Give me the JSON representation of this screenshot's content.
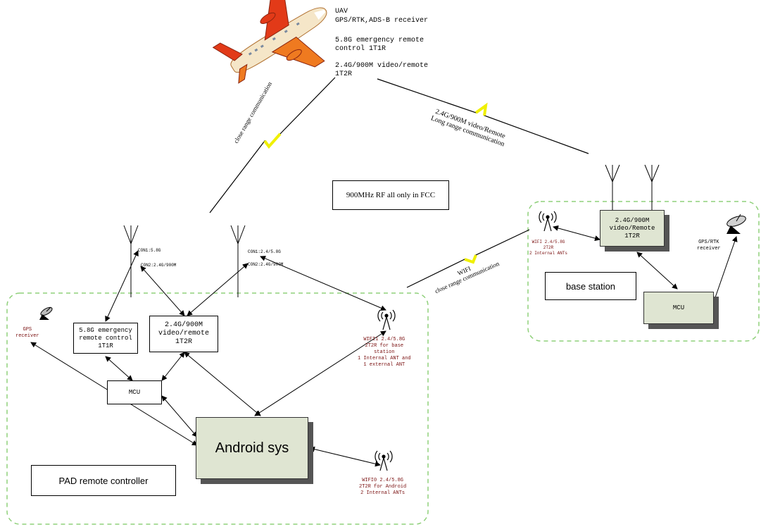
{
  "uav": {
    "title": "UAV",
    "line1": "GPS/RTK,ADS-B receiver",
    "line2": "5.8G emergency remote\ncontrol 1T1R",
    "line3": "2.4G/900M video/remote\n1T2R"
  },
  "links": {
    "close_range": "close range communication",
    "long_range": "2.4G/900M video/Remote\nLong range communication",
    "wifi_close": "WIFI\nclose range communication"
  },
  "note": "900MHz RF all only in FCC",
  "pad": {
    "label": "PAD remote controller",
    "con_left_1": "CON1:5.8G",
    "con_left_2": "CON2:2.4G/900M",
    "con_right_1": "CON1:2.4/5.8G",
    "con_right_2": "CON2:2.4G/900M",
    "emergency_box": "5.8G emergency\nremote control\n1T1R",
    "video_box": "2.4G/900M\nvideo/remote 1T2R",
    "mcu": "MCU",
    "android": "Android sys",
    "gps": "GPS\nreceiver",
    "wifi1": "WIFI1 2.4/5.8G\n2T2R for base\nstation\n1 Internal ANT and\n1 external ANT",
    "wifi0": "WIFI0 2.4/5.8G\n2T2R for Android\n2 Internal ANTs"
  },
  "base": {
    "label": "base station",
    "video_box": "2.4G/900M\nvideo/Remote\n1T2R",
    "mcu": "MCU",
    "wifi": "WIFI 2.4/5.8G\n2T2R\n2 Internal ANTs",
    "gps": "GPS/RTK\nreceiver"
  },
  "colors": {
    "dashed_border": "#8fd07a",
    "box_fill": "#dfe5d2",
    "lightning": "#ffff00",
    "text_red": "#7a1010"
  }
}
